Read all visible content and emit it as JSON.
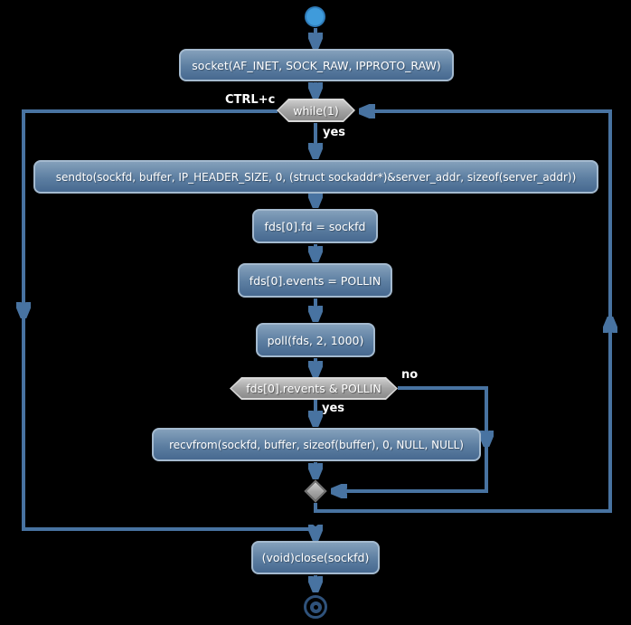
{
  "diagram": {
    "type": "activity-flowchart",
    "background": "#000000",
    "colors": {
      "edge": "#4873a1",
      "activity_fill_top": "#84a0bb",
      "activity_fill_bottom": "#476990",
      "activity_border": "#a4bacf",
      "activity_text": "#ffffff",
      "decision_fill_top": "#cbcbcb",
      "decision_fill_bottom": "#8a8a8a",
      "decision_border": "#d8d8d8",
      "merge_border": "#707070",
      "start_fill": "#3f9bdb",
      "start_border": "#2f7cba",
      "end_stroke": "#2f527b",
      "label_text": "#ffffff"
    },
    "nodes": {
      "start": {
        "type": "start"
      },
      "socket": {
        "label": "socket(AF_INET, SOCK_RAW, IPPROTO_RAW)"
      },
      "while_loop": {
        "label": "while(1)"
      },
      "sendto": {
        "label": "sendto(sockfd, buffer, IP_HEADER_SIZE, 0, (struct sockaddr*)&server_addr, sizeof(server_addr))"
      },
      "fd_assign": {
        "label": "fds[0].fd = sockfd"
      },
      "events_assign": {
        "label": "fds[0].events = POLLIN"
      },
      "poll": {
        "label": "poll(fds, 2, 1000)"
      },
      "revents_check": {
        "label": "fds[0].revents & POLLIN"
      },
      "recvfrom": {
        "label": "recvfrom(sockfd, buffer, sizeof(buffer), 0, NULL, NULL)"
      },
      "close": {
        "label": "(void)close(sockfd)"
      },
      "end": {
        "type": "end"
      }
    },
    "edge_labels": {
      "ctrl_c": "CTRL+c",
      "while_yes": "yes",
      "revents_yes": "yes",
      "revents_no": "no"
    }
  }
}
